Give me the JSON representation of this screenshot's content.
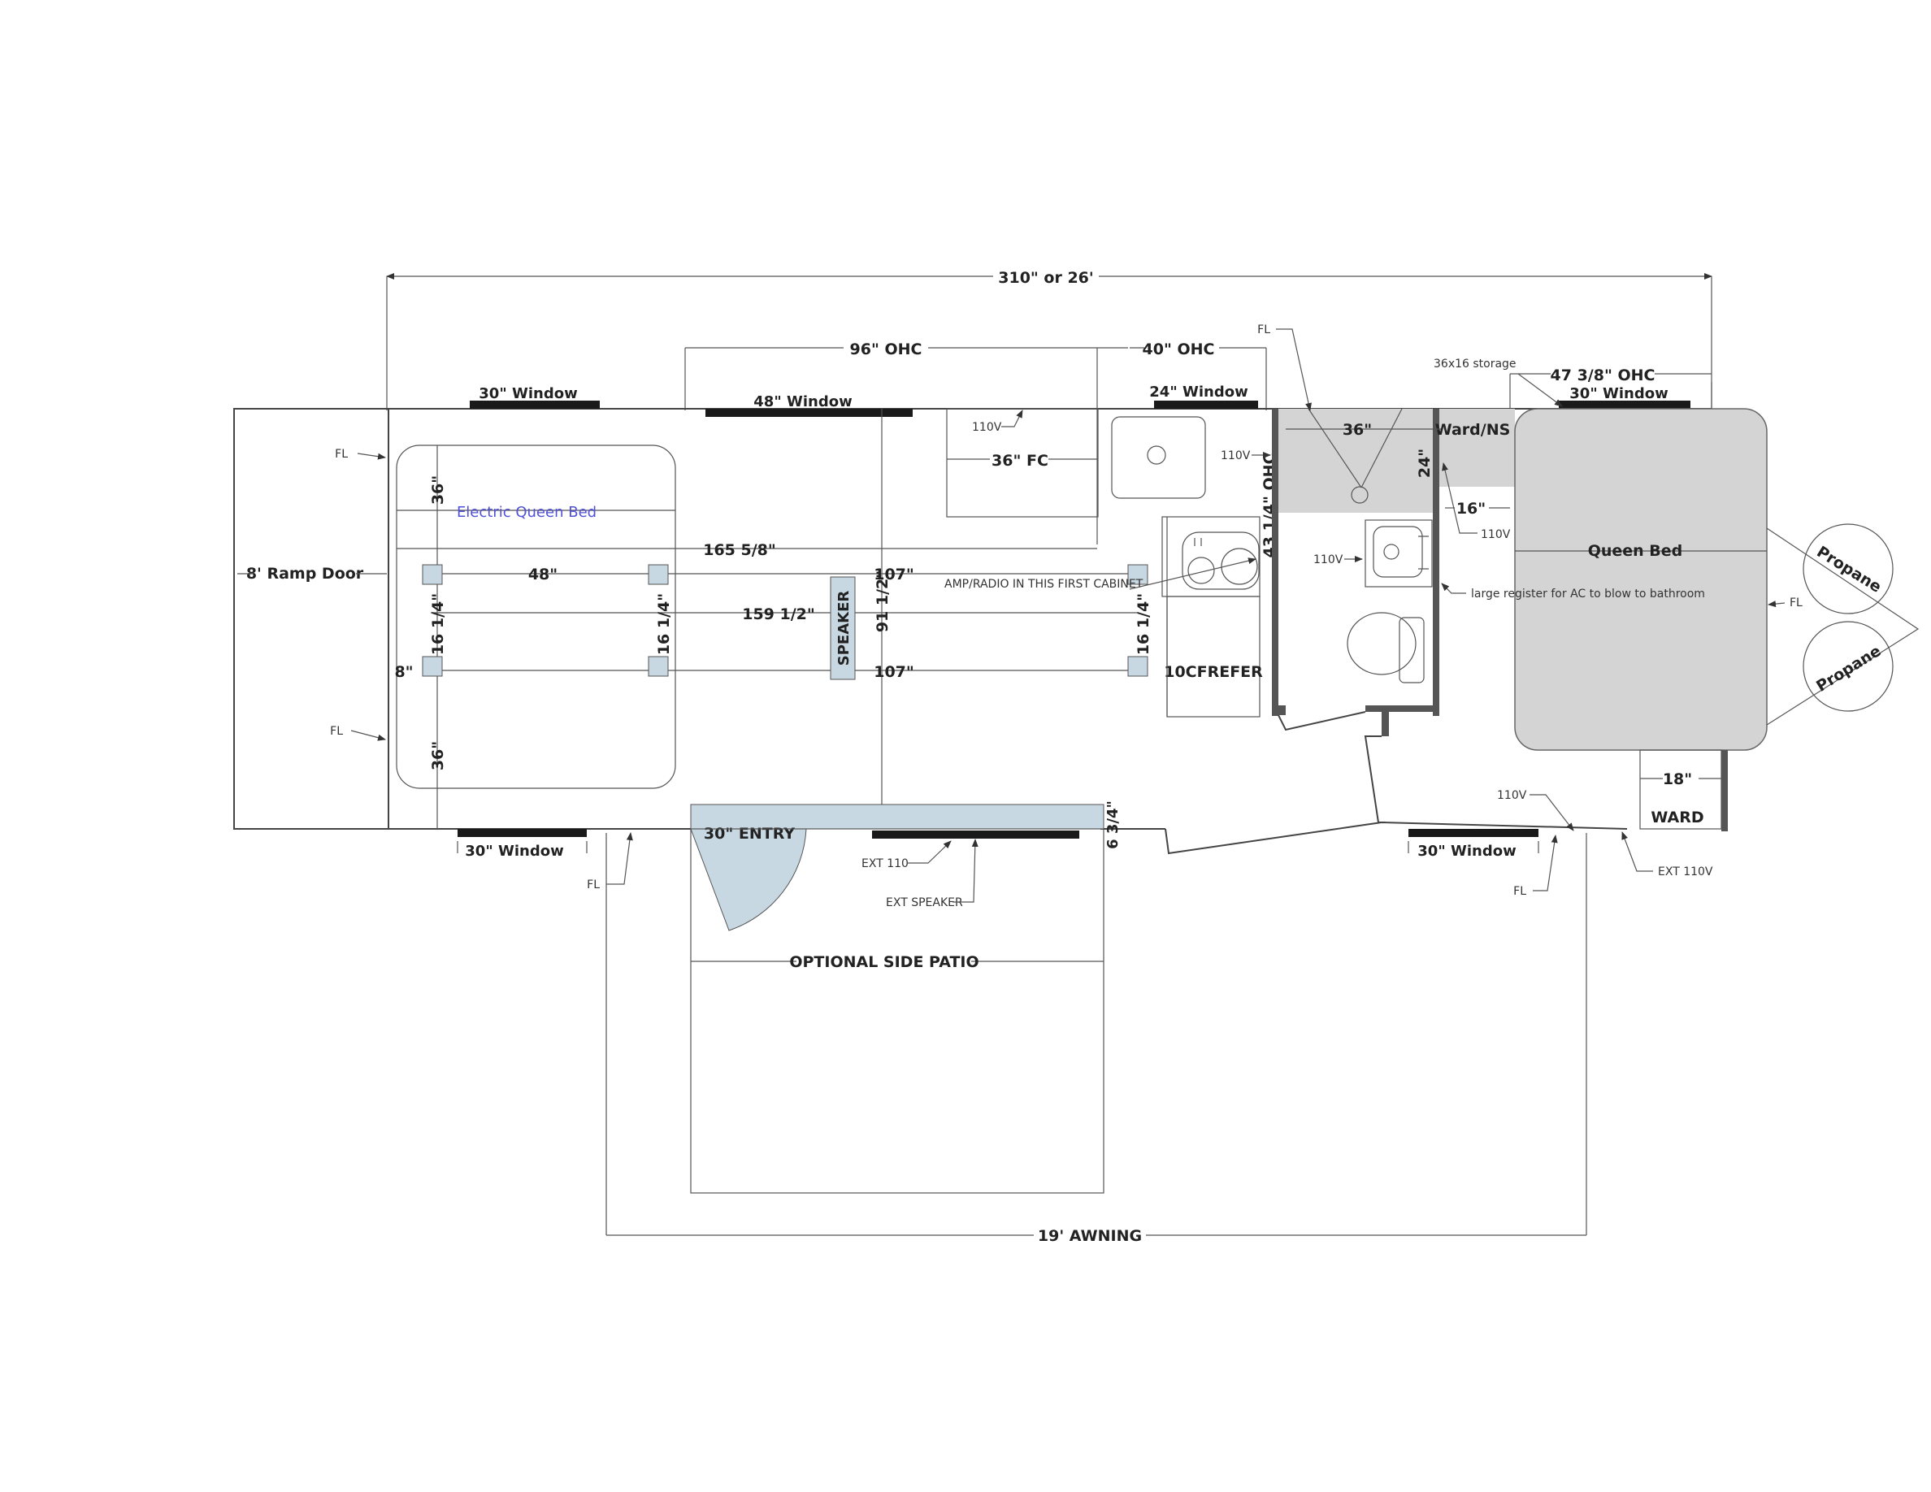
{
  "dimensions": {
    "overall": "310\" or 26'",
    "ohc_96": "96\" OHC",
    "ohc_40": "40\" OHC",
    "ohc_47": "47 3/8\" OHC",
    "fc_36": "36\" FC",
    "len_165": "165 5/8\"",
    "d_48": "48\"",
    "d_107_top": "107\"",
    "d_159": "159 1/2\"",
    "d_107_bottom": "107\"",
    "d_91": "91 1/2\"",
    "d_16_left": "16 1/4\"",
    "d_16_mid": "16 1/4\"",
    "d_16_right": "16 1/4\"",
    "d_36_top": "36\"",
    "d_36_bottom": "36\"",
    "d_8": "8\"",
    "d_43": "43 1/4\" OHC",
    "d_36_bath": "36\"",
    "d_24": "24\"",
    "d_16_bath": "16\"",
    "d_18": "18\"",
    "d_6": "6 3/4\"",
    "awning": "19' AWNING"
  },
  "windows": {
    "w30_top_left": "30\" Window",
    "w48_top": "48\" Window",
    "w24_top": "24\" Window",
    "w30_top_right": "30\" Window",
    "w30_bottom_left": "30\" Window",
    "w48_bottom": "48\" Window",
    "w30_bottom_right": "30\" Window"
  },
  "rooms": {
    "ramp_door": "8' Ramp Door",
    "electric_bed": "Electric Queen Bed",
    "queen_bed": "Queen Bed",
    "speaker": "SPEAKER",
    "refer": "10CFREFER",
    "ward_ns": "Ward/NS",
    "ward": "WARD",
    "entry": "30\" ENTRY",
    "patio": "OPTIONAL SIDE PATIO",
    "propane_1": "Propane",
    "propane_2": "Propane"
  },
  "notes": {
    "fl_1": "FL",
    "fl_2": "FL",
    "fl_3": "FL",
    "fl_4": "FL",
    "fl_5": "FL",
    "fl_6": "FL",
    "v110_1": "110V",
    "v110_2": "110V",
    "v110_3": "110V",
    "v110_4": "110V",
    "v110_5": "110V",
    "storage": "36x16 storage",
    "amp_radio": "AMP/RADIO IN THIS FIRST CABINET",
    "register": "large register for AC to blow to bathroom",
    "ext_110": "EXT 110",
    "ext_speaker": "EXT SPEAKER",
    "ext_110v": "EXT 110V"
  },
  "colors": {
    "entry_fill": "#c8d8e2",
    "bath_fill": "#d4d4d4",
    "bed_fill": "#d4d4d4",
    "accent_text": "#5050d8"
  }
}
